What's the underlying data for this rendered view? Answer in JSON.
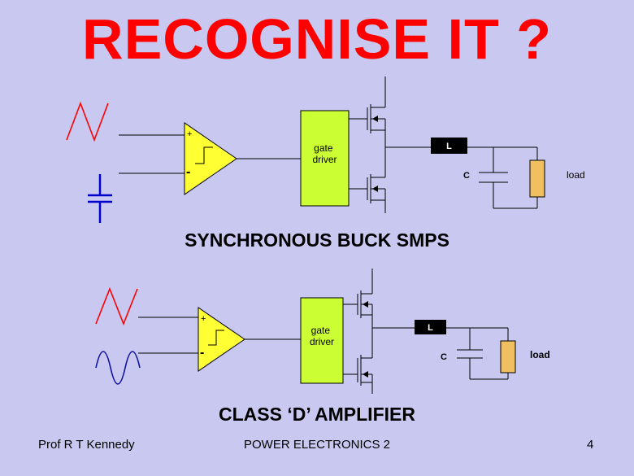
{
  "slide": {
    "title": "RECOGNISE IT ?",
    "footer": {
      "author": "Prof R T Kennedy",
      "course": "POWER ELECTRONICS 2",
      "page": "4"
    }
  },
  "circuits": [
    {
      "caption": "SYNCHRONOUS BUCK SMPS",
      "comparator_plus": "+",
      "comparator_minus": "-",
      "gate_driver": [
        "gate",
        "driver"
      ],
      "inductor_label": "L",
      "capacitor_label": "C",
      "load_label": "load"
    },
    {
      "caption": "CLASS ‘D’ AMPLIFIER",
      "comparator_plus": "+",
      "comparator_minus": "-",
      "gate_driver": [
        "gate",
        "driver"
      ],
      "inductor_label": "L",
      "capacitor_label": "C",
      "load_label": "load"
    }
  ],
  "colors": {
    "background": "#c8c8f0",
    "title": "#ff0000",
    "triangle_wave": "#ff0000",
    "sine_wave": "#1010a0",
    "dc_source": "#0000cc",
    "comparator_fill": "#ffff33",
    "gate_driver_fill": "#ccff33",
    "inductor_fill": "#000000",
    "load_fill": "#f0c060",
    "wire": "#000000"
  }
}
